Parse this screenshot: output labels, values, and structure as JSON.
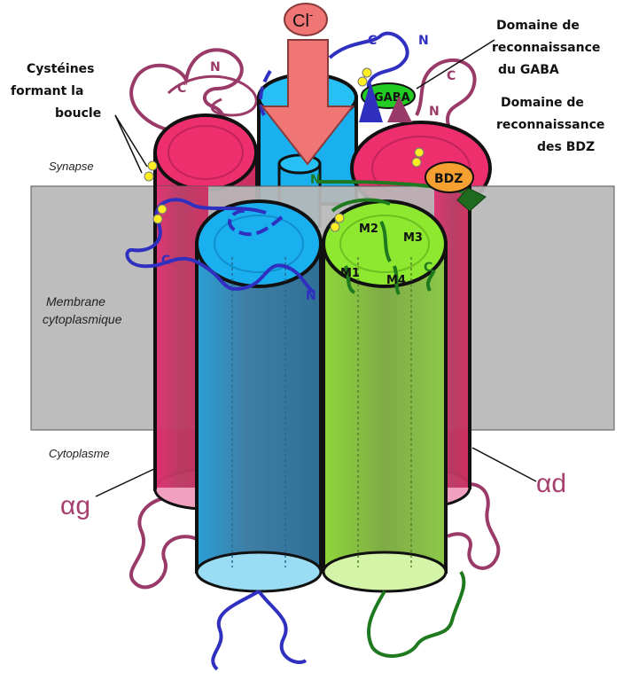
{
  "labels": {
    "ion": "Cl",
    "ion_charge": "-",
    "cysteines": [
      "Cystéines",
      "formant la",
      "boucle"
    ],
    "gaba_domain": [
      "Domaine de",
      "reconnaissance",
      "du GABA"
    ],
    "bdz_domain": [
      "Domaine de",
      "reconnaissance",
      "des BDZ"
    ],
    "synapse": "Synapse",
    "membrane": [
      "Membrane",
      "cytoplasmique"
    ],
    "cytoplasm": "Cytoplasme",
    "alpha_left": "αg",
    "alpha_right": "αd",
    "gaba_site": "GABA",
    "bdz_site": "BDZ",
    "helices": [
      "M1",
      "M2",
      "M3",
      "M4"
    ],
    "termini": {
      "n_top_blue": "N",
      "c_top_blue": "C",
      "n_top_purple": "N",
      "c_top_purple": "C",
      "c_right_purple": "C",
      "n_right_purple": "N",
      "c_left_blue": "C",
      "n_center_blue": "N",
      "n_center_green": "N",
      "c_green": "C"
    }
  },
  "colors": {
    "membrane": "#b8b8b8",
    "magenta_subunit": "#c2345f",
    "magenta_top": "#ee2f6e",
    "cyan_subunit": "#1ab0ef",
    "cyan_body": "#3a7fa8",
    "green_subunit": "#8fe830",
    "green_body": "#7ea846",
    "blue_chain": "#3030c0",
    "purple_chain": "#9a3a68",
    "green_chain": "#1f7a1f",
    "arrow": "#f07575",
    "gaba": "#22cc22",
    "bdz": "#f5a030",
    "cysteine": "#ffee22"
  },
  "icons": {
    "chloride_flow": "down-arrow",
    "gaba_site": "ellipse",
    "bdz_site": "ellipse",
    "cysteines": "dot-pair"
  }
}
